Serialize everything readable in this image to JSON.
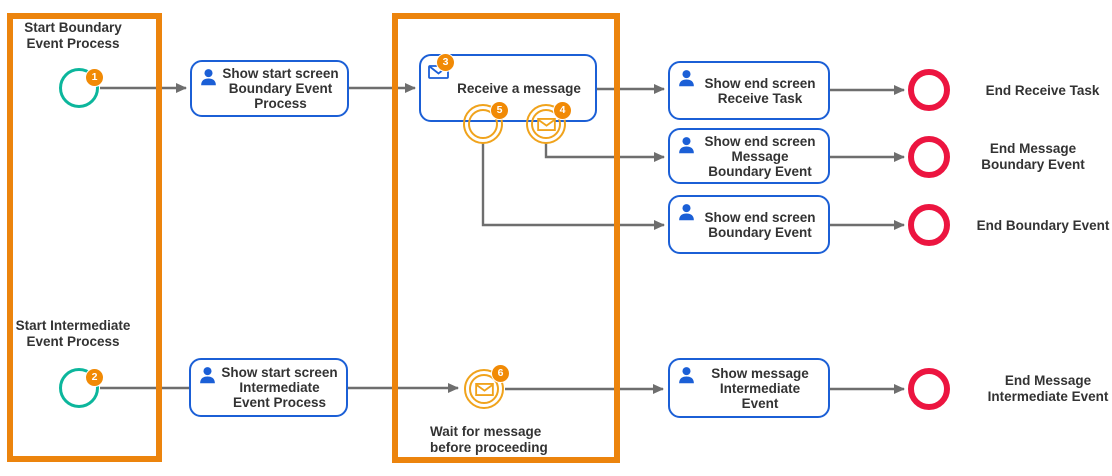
{
  "colors": {
    "region_border": "#ec840d",
    "badge_orange": "#f18a05",
    "event_amber": "#f0a31c",
    "start_event_teal": "#0cb69c",
    "task_border_blue": "#1b5fd6",
    "end_event_red": "#ec1540",
    "connector_gray": "#6e6e6e",
    "text": "#333333"
  },
  "badges": {
    "start_boundary": "1",
    "start_intermediate": "2",
    "receive_message": "3",
    "message_boundary": "4",
    "boundary": "5",
    "message_intermediate": "6"
  },
  "labels": {
    "start_boundary": [
      "Start Boundary",
      "Event Process"
    ],
    "start_intermediate": [
      "Start Intermediate",
      "Event Process"
    ],
    "wait_message": [
      "Wait for message",
      "before proceeding"
    ],
    "end_receive_task": [
      "End Receive Task"
    ],
    "end_message_boundary": [
      "End Message",
      "Boundary Event"
    ],
    "end_boundary": [
      "End Boundary Event"
    ],
    "end_message_intermediate": [
      "End Message",
      "Intermediate Event"
    ]
  },
  "tasks": {
    "show_start_boundary": [
      "Show start screen",
      "Boundary Event",
      "Process"
    ],
    "receive_message": [
      "Receive a message"
    ],
    "show_end_receive": [
      "Show end screen",
      "Receive Task"
    ],
    "show_end_message_boundary": [
      "Show end screen",
      "Message",
      "Boundary Event"
    ],
    "show_end_boundary": [
      "Show end screen",
      "Boundary Event"
    ],
    "show_start_intermediate": [
      "Show start screen",
      "Intermediate",
      "Event Process"
    ],
    "show_message_intermediate": [
      "Show message",
      "Intermediate",
      "Event"
    ]
  },
  "icons": {
    "user": "user-icon",
    "message": "message-icon"
  }
}
